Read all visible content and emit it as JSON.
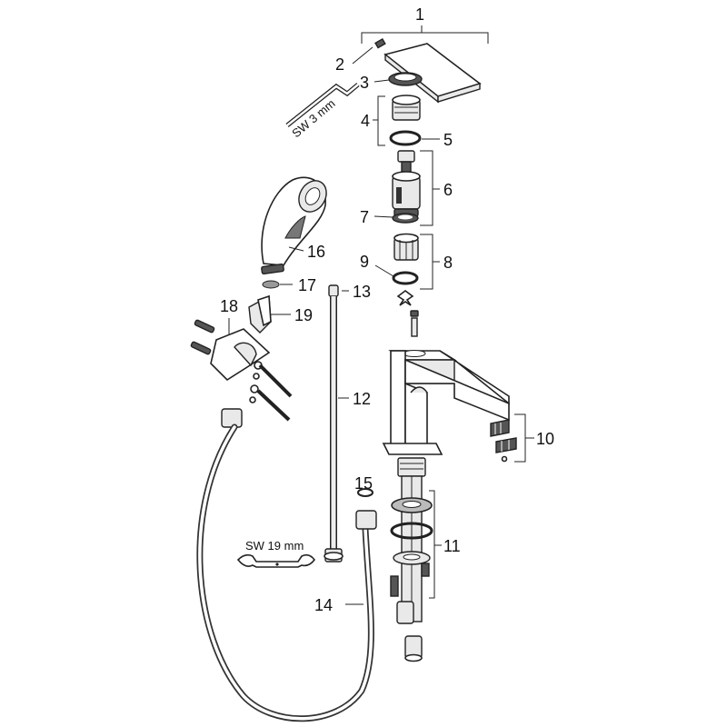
{
  "callouts": {
    "c1": "1",
    "c2": "2",
    "c3": "3",
    "c4": "4",
    "c5": "5",
    "c6": "6",
    "c7": "7",
    "c8": "8",
    "c9": "9",
    "c10": "10",
    "c11": "11",
    "c12": "12",
    "c13": "13",
    "c14": "14",
    "c15": "15",
    "c16": "16",
    "c17": "17",
    "c18": "18",
    "c19": "19"
  },
  "tools": {
    "hex_key": "SW 3 mm",
    "wrench": "SW 19 mm"
  }
}
